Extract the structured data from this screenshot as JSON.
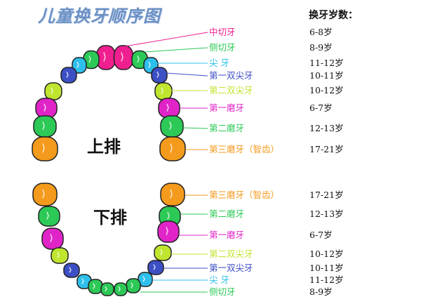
{
  "title": "儿童换牙顺序图",
  "age_header": "换牙岁数：",
  "upper_label": "上排",
  "lower_label": "下排",
  "colors": {
    "central": "#ef1f8f",
    "lateral": "#2cc957",
    "canine": "#2ec0ec",
    "premolar1": "#3d4fc4",
    "premolar2": "#bfe52e",
    "molar1": "#e024c8",
    "molar2": "#2cc957",
    "molar3": "#f49a1c"
  },
  "upper": [
    {
      "label": "中切牙",
      "age": "6-8岁"
    },
    {
      "label": "侧切牙",
      "age": "8-9岁"
    },
    {
      "label": "尖  牙",
      "age": "11-12岁"
    },
    {
      "label": "第一双尖牙",
      "age": "10-11岁"
    },
    {
      "label": "第二双尖牙",
      "age": "10-12岁"
    },
    {
      "label": "第一磨牙",
      "age": "6-7岁"
    },
    {
      "label": "第二磨牙",
      "age": "12-13岁"
    },
    {
      "label": "第三磨牙（智齿）",
      "age": "17-21岁"
    }
  ],
  "lower": [
    {
      "label": "第三磨牙（智齿）",
      "age": "17-21岁"
    },
    {
      "label": "第二磨牙",
      "age": "12-13岁"
    },
    {
      "label": "第一磨牙",
      "age": "6-7岁"
    },
    {
      "label": "第二双尖牙",
      "age": "10-12岁"
    },
    {
      "label": "第一双尖牙",
      "age": "10-11岁"
    },
    {
      "label": "尖  牙",
      "age": "11-12岁"
    },
    {
      "label": "侧切牙",
      "age": "8-9岁"
    }
  ]
}
